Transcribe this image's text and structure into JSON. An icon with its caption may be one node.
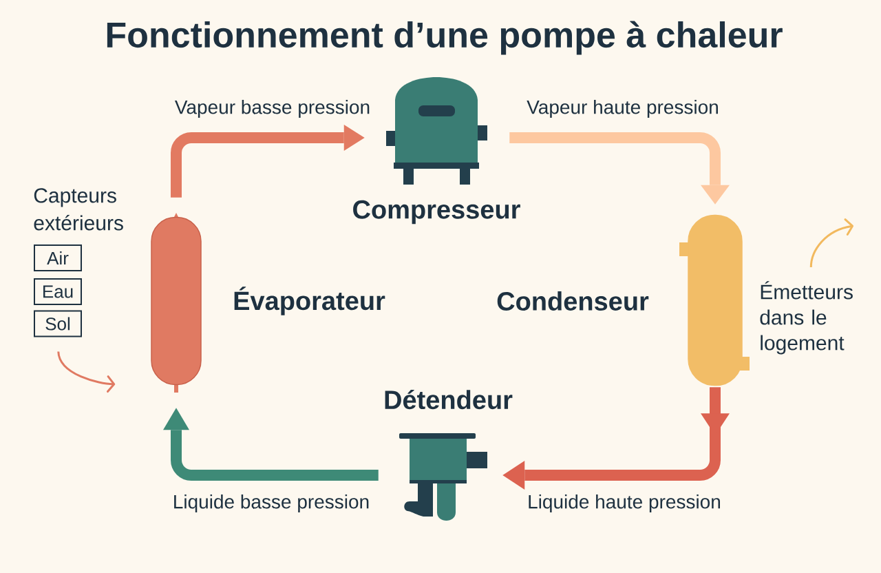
{
  "diagram": {
    "title": "Fonctionnement d’une pompe à chaleur",
    "nodes": [
      {
        "text": [],
        "shape": "cylinder",
        "beside": [
          "Évaporateur"
        ]
      },
      {
        "text": [],
        "shape": "picture",
        "beside": [
          "Compresseur"
        ]
      },
      {
        "text": [],
        "shape": "cylinder",
        "beside": [
          "Condenseur"
        ]
      },
      {
        "text": [],
        "shape": "picture",
        "beside": [
          "Détendeur"
        ]
      },
      {
        "text": [
          "Air"
        ]
      },
      {
        "text": [
          "Eau"
        ]
      },
      {
        "text": [
          "Sol"
        ]
      },
      {
        "text": [
          "Émetteurs dans le logement"
        ]
      }
    ],
    "edges": [
      {
        "from": 0,
        "to": 1,
        "arrow": "to",
        "label": "Vapeur basse pression",
        "color": "#e27a61"
      },
      {
        "from": 1,
        "to": 2,
        "arrow": "to",
        "label": "Vapeur haute pression",
        "color": "#fdc8a0"
      },
      {
        "from": 2,
        "to": 3,
        "arrow": "to",
        "label": "Liquide haute pression",
        "color": "#dc6250"
      },
      {
        "from": 3,
        "to": 0,
        "arrow": "to",
        "label": "Liquide basse pression",
        "color": "#3e8a77"
      },
      {
        "from": 6,
        "to": 0,
        "arrow": "to",
        "color": "#e07a62"
      },
      {
        "from": 7,
        "to": null,
        "arrow": "to",
        "color": "#f2b95e"
      }
    ],
    "labels": [
      "Capteurs extérieurs"
    ]
  }
}
